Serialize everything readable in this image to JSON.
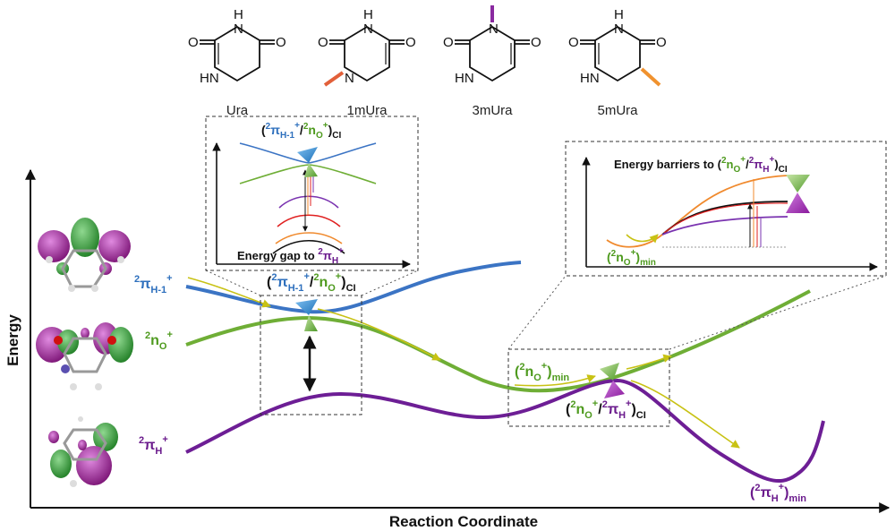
{
  "axes": {
    "y_label": "Energy",
    "x_label": "Reaction Coordinate"
  },
  "molecules": [
    {
      "name": "Ura",
      "atoms": {
        "o1": "O",
        "n3": "N",
        "h3": "H",
        "o4": "O",
        "hn": "HN"
      },
      "methyl_position": "",
      "methyl_color": ""
    },
    {
      "name": "1mUra",
      "atoms": {
        "o1": "O",
        "n3": "N",
        "h3": "H",
        "o4": "O",
        "n1": "N"
      },
      "methyl_position": "N1",
      "methyl_color": "#e2603a"
    },
    {
      "name": "3mUra",
      "atoms": {
        "o1": "O",
        "n3": "N",
        "o4": "O",
        "hn": "HN"
      },
      "methyl_position": "N3",
      "methyl_color": "#8a2aa0"
    },
    {
      "name": "5mUra",
      "atoms": {
        "o1": "O",
        "n3": "N",
        "h3": "H",
        "o4": "O",
        "hn": "HN"
      },
      "methyl_position": "C5",
      "methyl_color": "#f0922f"
    }
  ],
  "states": {
    "pi_h1": {
      "base": "π",
      "sub": "H-1",
      "sup": "+",
      "pre": "2",
      "color": "#2d6fbd"
    },
    "no": {
      "base": "n",
      "sub": "O",
      "sup": "+",
      "pre": "2",
      "color": "#4e9a1e"
    },
    "pi_h": {
      "base": "π",
      "sub": "H",
      "sup": "+",
      "pre": "2",
      "color": "#6a1a8c"
    }
  },
  "annotations": {
    "ci1": {
      "text": "(²πH-1⁺/²nO⁺)CI"
    },
    "ci2": {
      "text": "(²nO⁺/²πH⁺)CI"
    },
    "no_min": {
      "text": "(²nO⁺)min"
    },
    "pih_min": {
      "text": "(²πH⁺)min"
    },
    "sub_ci": "CI",
    "sub_min": "min",
    "open_paren": "(",
    "close_paren": ")",
    "slash": "/"
  },
  "inset_left": {
    "title_top_prefix": "(",
    "bottom_text": "Energy gap to ",
    "state_ref": "pi_h"
  },
  "inset_right": {
    "title_text": "Energy barriers to "
  },
  "colors": {
    "pi_h1_curve": "#3b74c4",
    "no_curve": "#6fae36",
    "pi_h_curve": "#6d1e95",
    "arrow_yellow": "#c8c214",
    "inset_orange": "#f08a2e",
    "inset_red": "#e02020",
    "inset_purple": "#7a33b0",
    "inset_black": "#111111",
    "orbital_green": "#2f9a2f",
    "orbital_magenta": "#a0209a"
  }
}
